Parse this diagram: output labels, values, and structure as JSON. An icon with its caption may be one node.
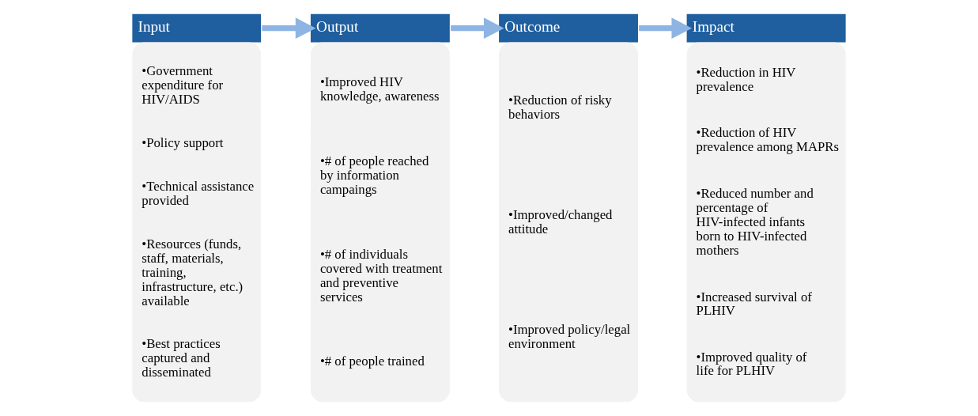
{
  "diagram": {
    "nodes": [
      {
        "text": [
          "Input",
          "•Government expenditure for HIV/AIDS",
          "•Policy support",
          "•Technical assistance provided",
          "•Resources (funds, staff, materials, training, infrastructure, etc.) available",
          "•Best practices captured and disseminated"
        ]
      },
      {
        "text": [
          "Output",
          "•Improved HIV knowledge, awareness",
          "•# of people reached by information campaings",
          "•# of individuals covered with treatment and preventive services",
          "•# of people trained"
        ]
      },
      {
        "text": [
          "Outcome",
          "•Reduction of risky behaviors",
          "•Improved/changed attitude",
          "•Improved policy/legal environment"
        ]
      },
      {
        "text": [
          "Impact",
          "•Reduction in HIV prevalence",
          "•Reduction of HIV prevalence among MAPRs",
          "•Reduced number and percentage of HIV-infected infants born to HIV-infected mothers",
          "•Increased survival of PLHIV",
          "•Improved quality of life for PLHIV"
        ]
      }
    ],
    "edges": [
      {
        "from": 0,
        "to": 1,
        "arrow": "to"
      },
      {
        "from": 1,
        "to": 2,
        "arrow": "to"
      },
      {
        "from": 2,
        "to": 3,
        "arrow": "to"
      }
    ]
  }
}
